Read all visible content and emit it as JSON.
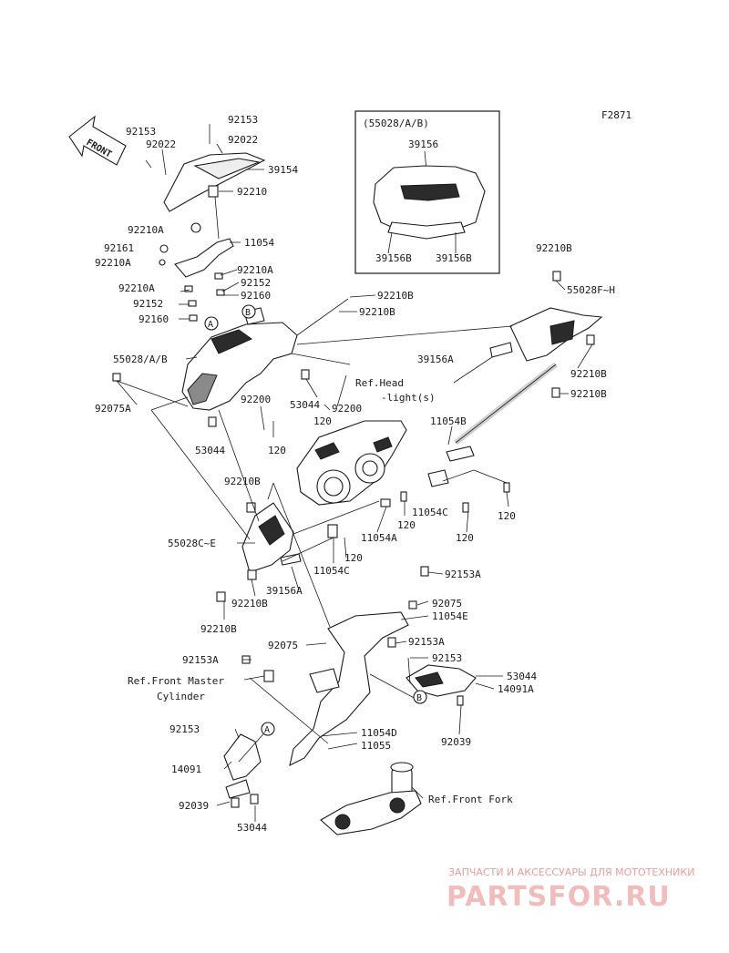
{
  "figure_code": "F2871",
  "front_arrow_label": "FRONT",
  "inset": {
    "title": "(55028/A/B)",
    "part_top": "39156",
    "part_bl": "39156B",
    "part_br": "39156B"
  },
  "callouts": {
    "A": "A",
    "B": "B"
  },
  "refs": {
    "headlight_1": "Ref.Head",
    "headlight_2": "-light(s)",
    "master_cyl_1": "Ref.Front Master",
    "master_cyl_2": "Cylinder",
    "front_fork": "Ref.Front Fork"
  },
  "labels": {
    "l01": "92153",
    "l02": "92022",
    "l03": "92153",
    "l04": "92022",
    "l05": "39154",
    "l06": "92210",
    "l07": "92210A",
    "l08": "11054",
    "l09": "92161",
    "l10": "92210A",
    "l11": "92210A",
    "l12": "92210A",
    "l13": "92152",
    "l14": "92152",
    "l15": "92160",
    "l16": "92160",
    "l17": "92210B",
    "l18": "92210B",
    "l19": "55028/A/B",
    "l20": "92075A",
    "l21": "92200",
    "l22": "53044",
    "l23": "120",
    "l24": "92200",
    "l25": "120",
    "l26": "53044",
    "l27": "92210B",
    "l28": "55028F~H",
    "l29": "39156A",
    "l30": "92210B",
    "l31": "92210B",
    "l32": "11054B",
    "l33": "11054C",
    "l34": "120",
    "l35": "120",
    "l36": "120",
    "l37": "11054A",
    "l38": "120",
    "l39": "11054C",
    "l40": "92210B",
    "l41": "55028C~E",
    "l42": "39156A",
    "l43": "92210B",
    "l44": "92210B",
    "l45": "92153A",
    "l46": "92075",
    "l47": "11054E",
    "l48": "92075",
    "l49": "92153A",
    "l50": "92153A",
    "l51": "92153",
    "l52": "53044",
    "l53": "14091A",
    "l54": "92039",
    "l55": "92153",
    "l56": "11054D",
    "l57": "11055",
    "l58": "14091",
    "l59": "92039",
    "l60": "53044"
  },
  "watermark": {
    "tagline": "ЗАПЧАСТИ И АКСЕССУАРЫ ДЛЯ МОТОТЕХНИКИ",
    "brand": "PARTSFOR.RU"
  }
}
